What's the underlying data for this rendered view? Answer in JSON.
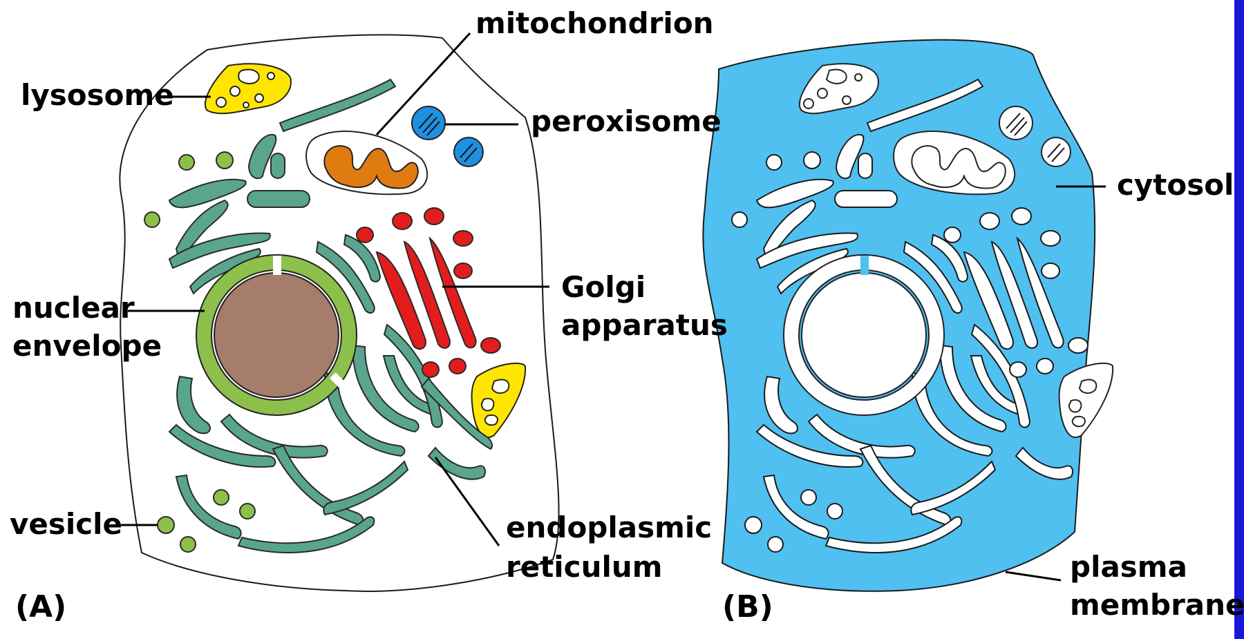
{
  "labels": {
    "mitochondrion": "mitochondrion",
    "lysosome": "lysosome",
    "peroxisome": "peroxisome",
    "cytosol": "cytosol",
    "golgi_1": "Golgi",
    "golgi_2": "apparatus",
    "nuclear_1": "nuclear",
    "nuclear_2": "envelope",
    "vesicle": "vesicle",
    "er_1": "endoplasmic",
    "er_2": "reticulum",
    "plasma_1": "plasma",
    "plasma_2": "membrane"
  },
  "panels": {
    "a": "(A)",
    "b": "(B)"
  },
  "colors": {
    "er": "#5aa58d",
    "nuclear_envelope": "#8cc04b",
    "nucleus": "#a67c6a",
    "golgi": "#e31d1d",
    "lysosome": "#ffe600",
    "mitochondrion": "#e07b12",
    "peroxisome": "#1f8fe0",
    "cytosol": "#4fc0f0",
    "edge_bar": "#1a18d8"
  }
}
